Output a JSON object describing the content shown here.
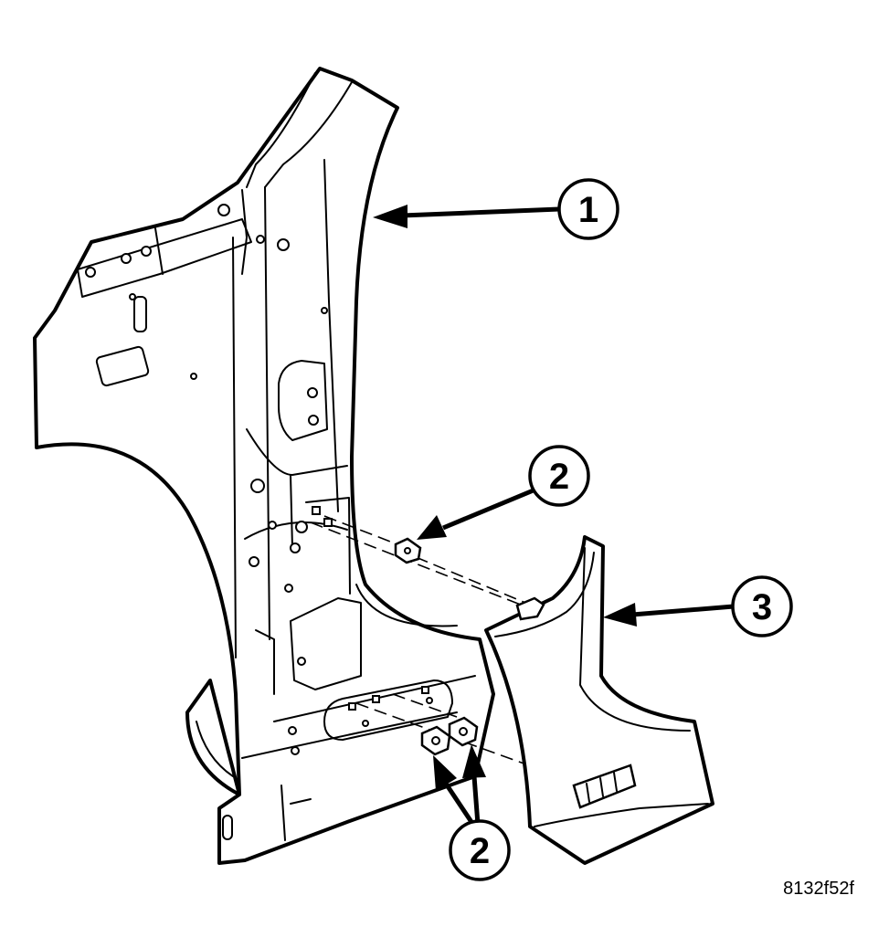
{
  "figure_id": "8132f52f",
  "callouts": [
    {
      "id": "callout-1",
      "label": "1"
    },
    {
      "id": "callout-2-upper",
      "label": "2"
    },
    {
      "id": "callout-3",
      "label": "3"
    },
    {
      "id": "callout-2-lower",
      "label": "2"
    }
  ],
  "colors": {
    "ink": "#000000",
    "paper": "#ffffff"
  }
}
